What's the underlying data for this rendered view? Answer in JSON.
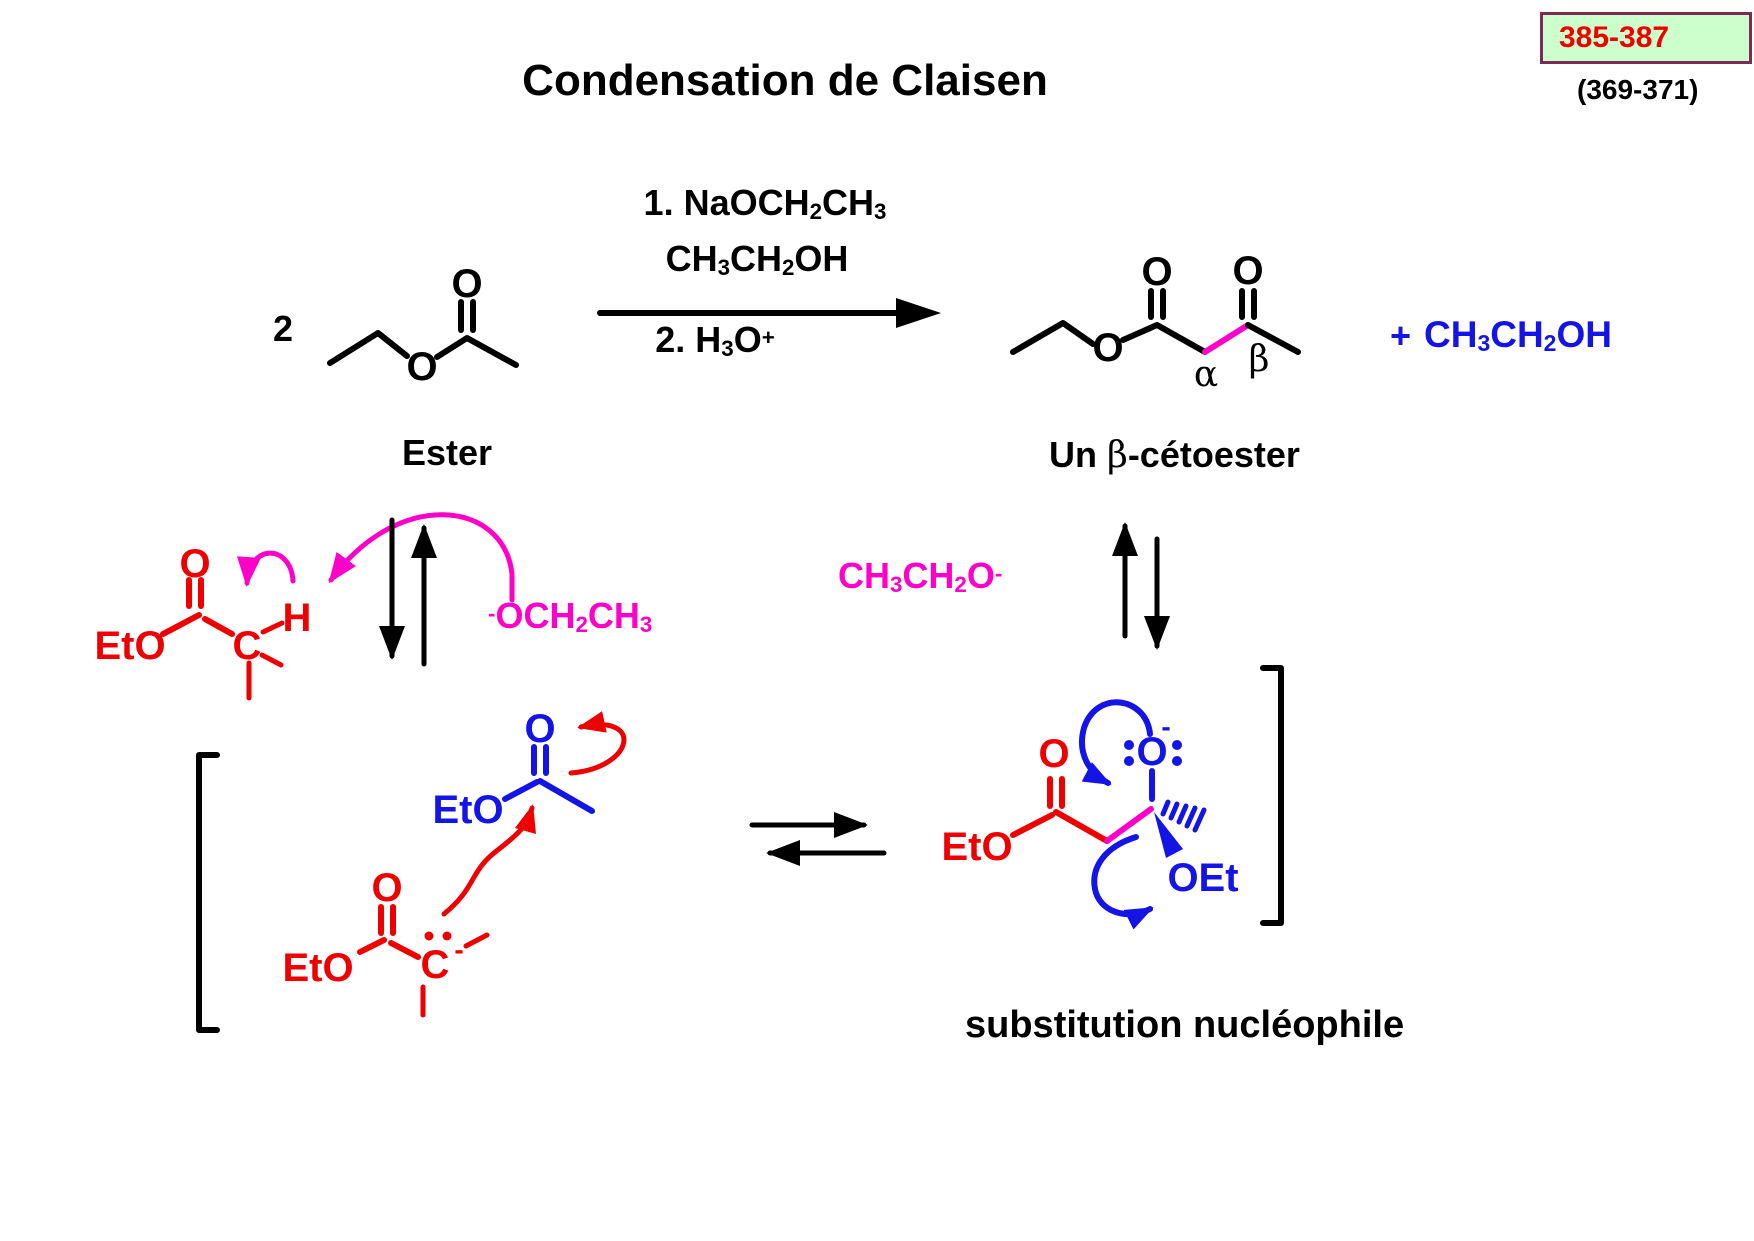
{
  "header": {
    "title": "Condensation de Claisen",
    "pages_box": "385-387",
    "pages_paren": "(369-371)"
  },
  "reaction": {
    "coefficient": "2",
    "condition_1": "1. NaOCH_2_CH_3_",
    "condition_2": "CH_3_CH_2_OH",
    "condition_3": "2. H_3_O^+^",
    "plus_sign": "+",
    "byproduct": "CH_3_CH_2_OH",
    "reactant_label": "Ester",
    "product_label_prefix": "Un ",
    "product_label_beta": "β",
    "product_label_suffix": "-cétoester",
    "alpha_label": "α",
    "beta_label": "β"
  },
  "mechanism": {
    "ethoxide_left": "^-^OCH_2_CH_3_",
    "ethoxide_right": "CH_3_CH_2_O^-^",
    "minus_charge": "-",
    "caption": "substitution nucléophile"
  },
  "atoms": {
    "oxygen": "O",
    "carbon": "C",
    "hydrogen": "H",
    "ethoxy_left": "EtO",
    "ethoxy_right": "OEt"
  },
  "colors": {
    "red": "#ee0000",
    "blue": "#1414e6",
    "magenta": "#ff00c8",
    "black": "#000000",
    "box_bg": "#ccffcc",
    "box_border": "#7b2b55"
  }
}
